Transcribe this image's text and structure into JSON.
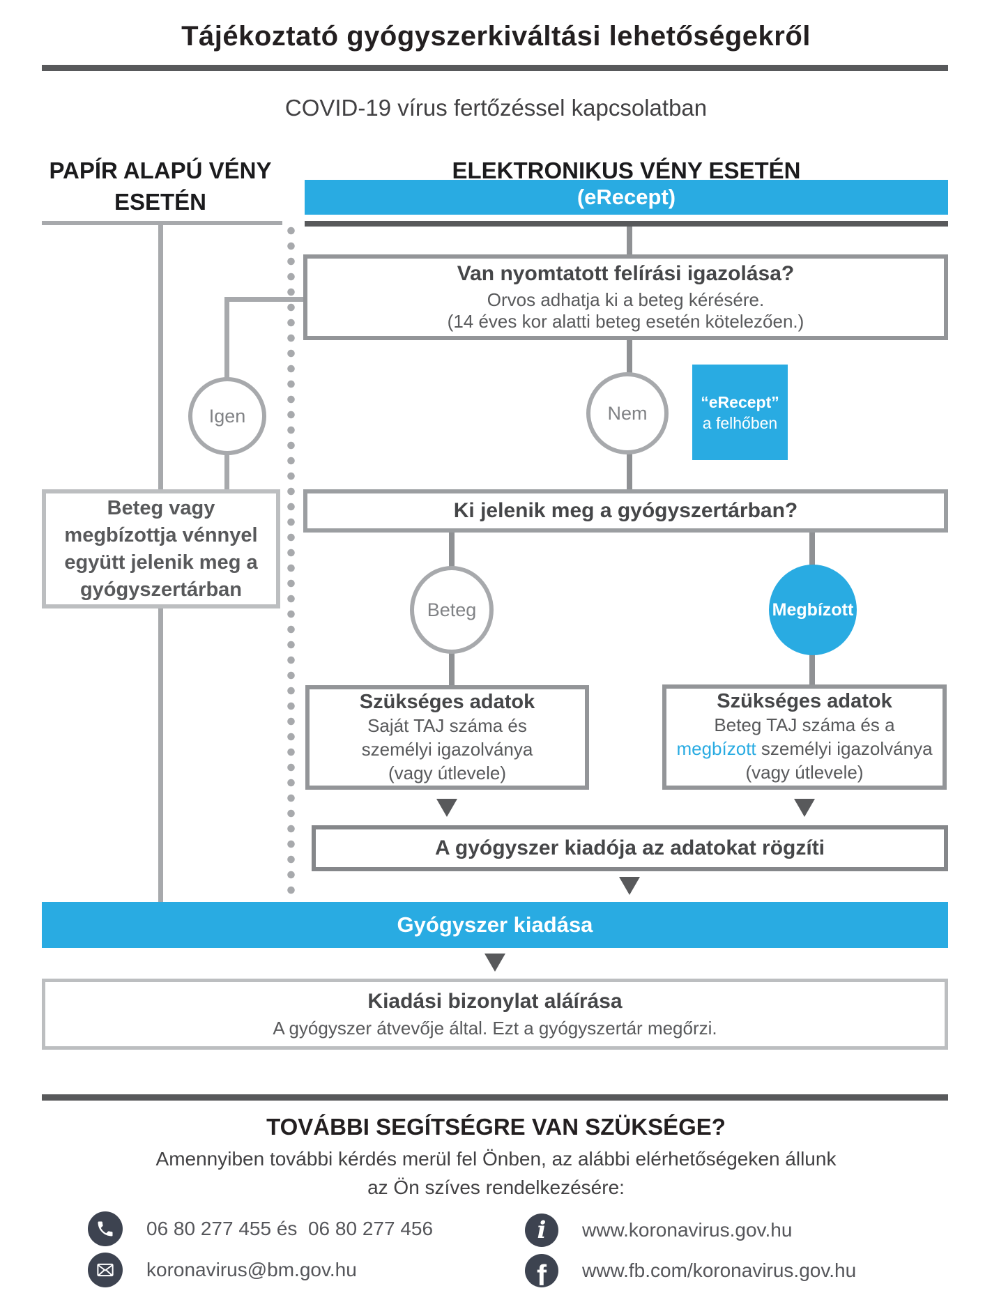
{
  "header": {
    "title": "Tájékoztató gyógyszerkiváltási lehetőségekről",
    "subtitle": "COVID-19 vírus fertőzéssel kapcsolatban"
  },
  "columns": {
    "paper": {
      "heading_line1": "PAPÍR ALAPÚ VÉNY",
      "heading_line2": "ESETÉN"
    },
    "electronic": {
      "heading": "ELEKTRONIKUS VÉNY ESETÉN",
      "banner_label": "(eRecept)"
    }
  },
  "flowchart": {
    "printed_cert_box": {
      "title": "Van nyomtatott felírási igazolása?",
      "line1": "Orvos adhatja ki a beteg kérésére.",
      "line2": "(14 éves kor alatti beteg esetén kötelezően.)"
    },
    "yes_circle": "Igen",
    "no_circle": "Nem",
    "cloud_box": {
      "line1": "“eRecept”",
      "line2": "a felhőben"
    },
    "paper_box": {
      "line1": "Beteg vagy",
      "line2": "megbízottja vénnyel",
      "line3": "együtt jelenik meg a",
      "line4": "gyógyszertárban"
    },
    "who_box_title": "Ki jelenik meg a gyógyszertárban?",
    "patient_circle": "Beteg",
    "proxy_circle": "Megbízott",
    "patient_data_box": {
      "title": "Szükséges adatok",
      "line1": "Saját TAJ száma és",
      "line2": "személyi igazolványa",
      "line3": "(vagy útlevele)"
    },
    "proxy_data_box": {
      "title": "Szükséges adatok",
      "line1": "Beteg TAJ száma és a",
      "line2_highlight": "megbízott",
      "line2_rest": " személyi igazolványa",
      "line3": "(vagy útlevele)"
    },
    "record_box_title": "A gyógyszer kiadója az adatokat rögzíti",
    "dispense_banner": "Gyógyszer kiadása",
    "receipt_box": {
      "title": "Kiadási bizonylat aláírása",
      "subtitle": "A gyógyszer átvevője által. Ezt a gyógyszertár megőrzi."
    }
  },
  "footer": {
    "heading": "TOVÁBBI SEGÍTSÉGRE VAN SZÜKSÉGE?",
    "intro_line1": "Amennyiben további kérdés merül fel Önben, az alábbi elérhetőségeken állunk",
    "intro_line2": "az Ön szíves rendelkezésére:",
    "contacts": {
      "phone": {
        "icon": "phone-icon",
        "label": "06 80 277 455 és  06 80 277 456"
      },
      "email": {
        "icon": "envelope-icon",
        "label": "koronavirus@bm.gov.hu"
      },
      "website": {
        "icon": "info-icon",
        "glyph": "i",
        "label": "www.koronavirus.gov.hu"
      },
      "facebook": {
        "icon": "facebook-icon",
        "glyph": "f",
        "label": "www.fb.com/koronavirus.gov.hu"
      }
    }
  },
  "colors": {
    "accent_blue": "#29abe2",
    "dark_gray": "#58595b",
    "border_gray": "#939598",
    "light_border_gray": "#bcbec0",
    "line_gray": "#a7a9ac",
    "text_dark": "#414042",
    "text_gray": "#58595b",
    "icon_dark": "#3d4350"
  }
}
